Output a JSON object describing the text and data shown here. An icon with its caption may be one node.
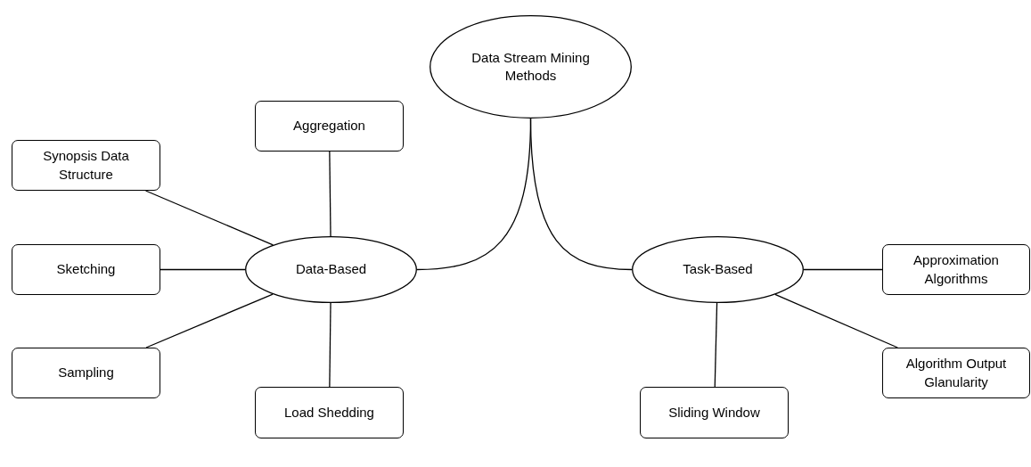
{
  "diagram": {
    "nodes": [
      {
        "text": [
          "Data Stream Mining Methods"
        ]
      },
      {
        "text": [
          "Data-Based"
        ]
      },
      {
        "text": [
          "Task-Based"
        ]
      },
      {
        "text": [
          "Aggregation"
        ]
      },
      {
        "text": [
          "Synopsis Data Structure"
        ]
      },
      {
        "text": [
          "Sketching"
        ]
      },
      {
        "text": [
          "Sampling"
        ]
      },
      {
        "text": [
          "Load Shedding"
        ]
      },
      {
        "text": [
          "Approximation Algorithms"
        ]
      },
      {
        "text": [
          "Algorithm Output Glanularity"
        ]
      },
      {
        "text": [
          "Sliding Window"
        ]
      }
    ],
    "edges": [
      {
        "from": 0,
        "to": 1,
        "arrow": "none"
      },
      {
        "from": 0,
        "to": 2,
        "arrow": "none"
      },
      {
        "from": 1,
        "to": 3,
        "arrow": "none"
      },
      {
        "from": 1,
        "to": 4,
        "arrow": "none"
      },
      {
        "from": 1,
        "to": 5,
        "arrow": "none"
      },
      {
        "from": 1,
        "to": 6,
        "arrow": "none"
      },
      {
        "from": 1,
        "to": 7,
        "arrow": "none"
      },
      {
        "from": 2,
        "to": 8,
        "arrow": "none"
      },
      {
        "from": 2,
        "to": 9,
        "arrow": "none"
      },
      {
        "from": 2,
        "to": 10,
        "arrow": "none"
      }
    ]
  }
}
